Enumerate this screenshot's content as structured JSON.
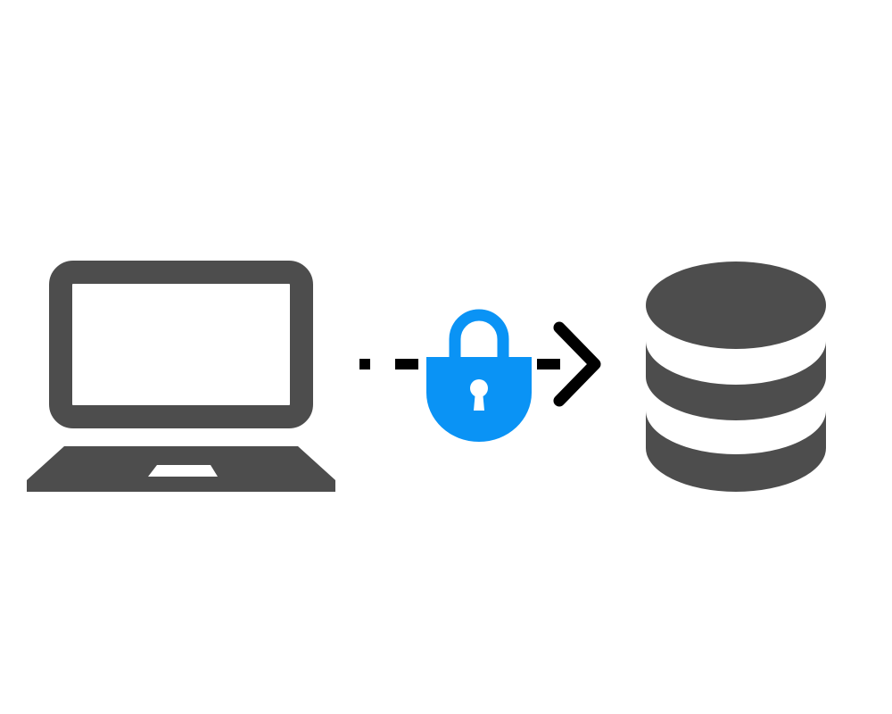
{
  "diagram": {
    "nodes": [
      {
        "id": "client",
        "icon": "laptop-icon",
        "label": ""
      },
      {
        "id": "channel",
        "icon": "padlock-icon",
        "label": ""
      },
      {
        "id": "server",
        "icon": "database-icon",
        "label": ""
      }
    ],
    "connection": {
      "from": "client",
      "to": "server",
      "style": "dashed",
      "arrow": "chevron-right",
      "secured": true
    }
  },
  "colors": {
    "background": "#ffffff",
    "device": "#4d4d4d",
    "lock": "#0a93f5",
    "arrow": "#000000"
  }
}
